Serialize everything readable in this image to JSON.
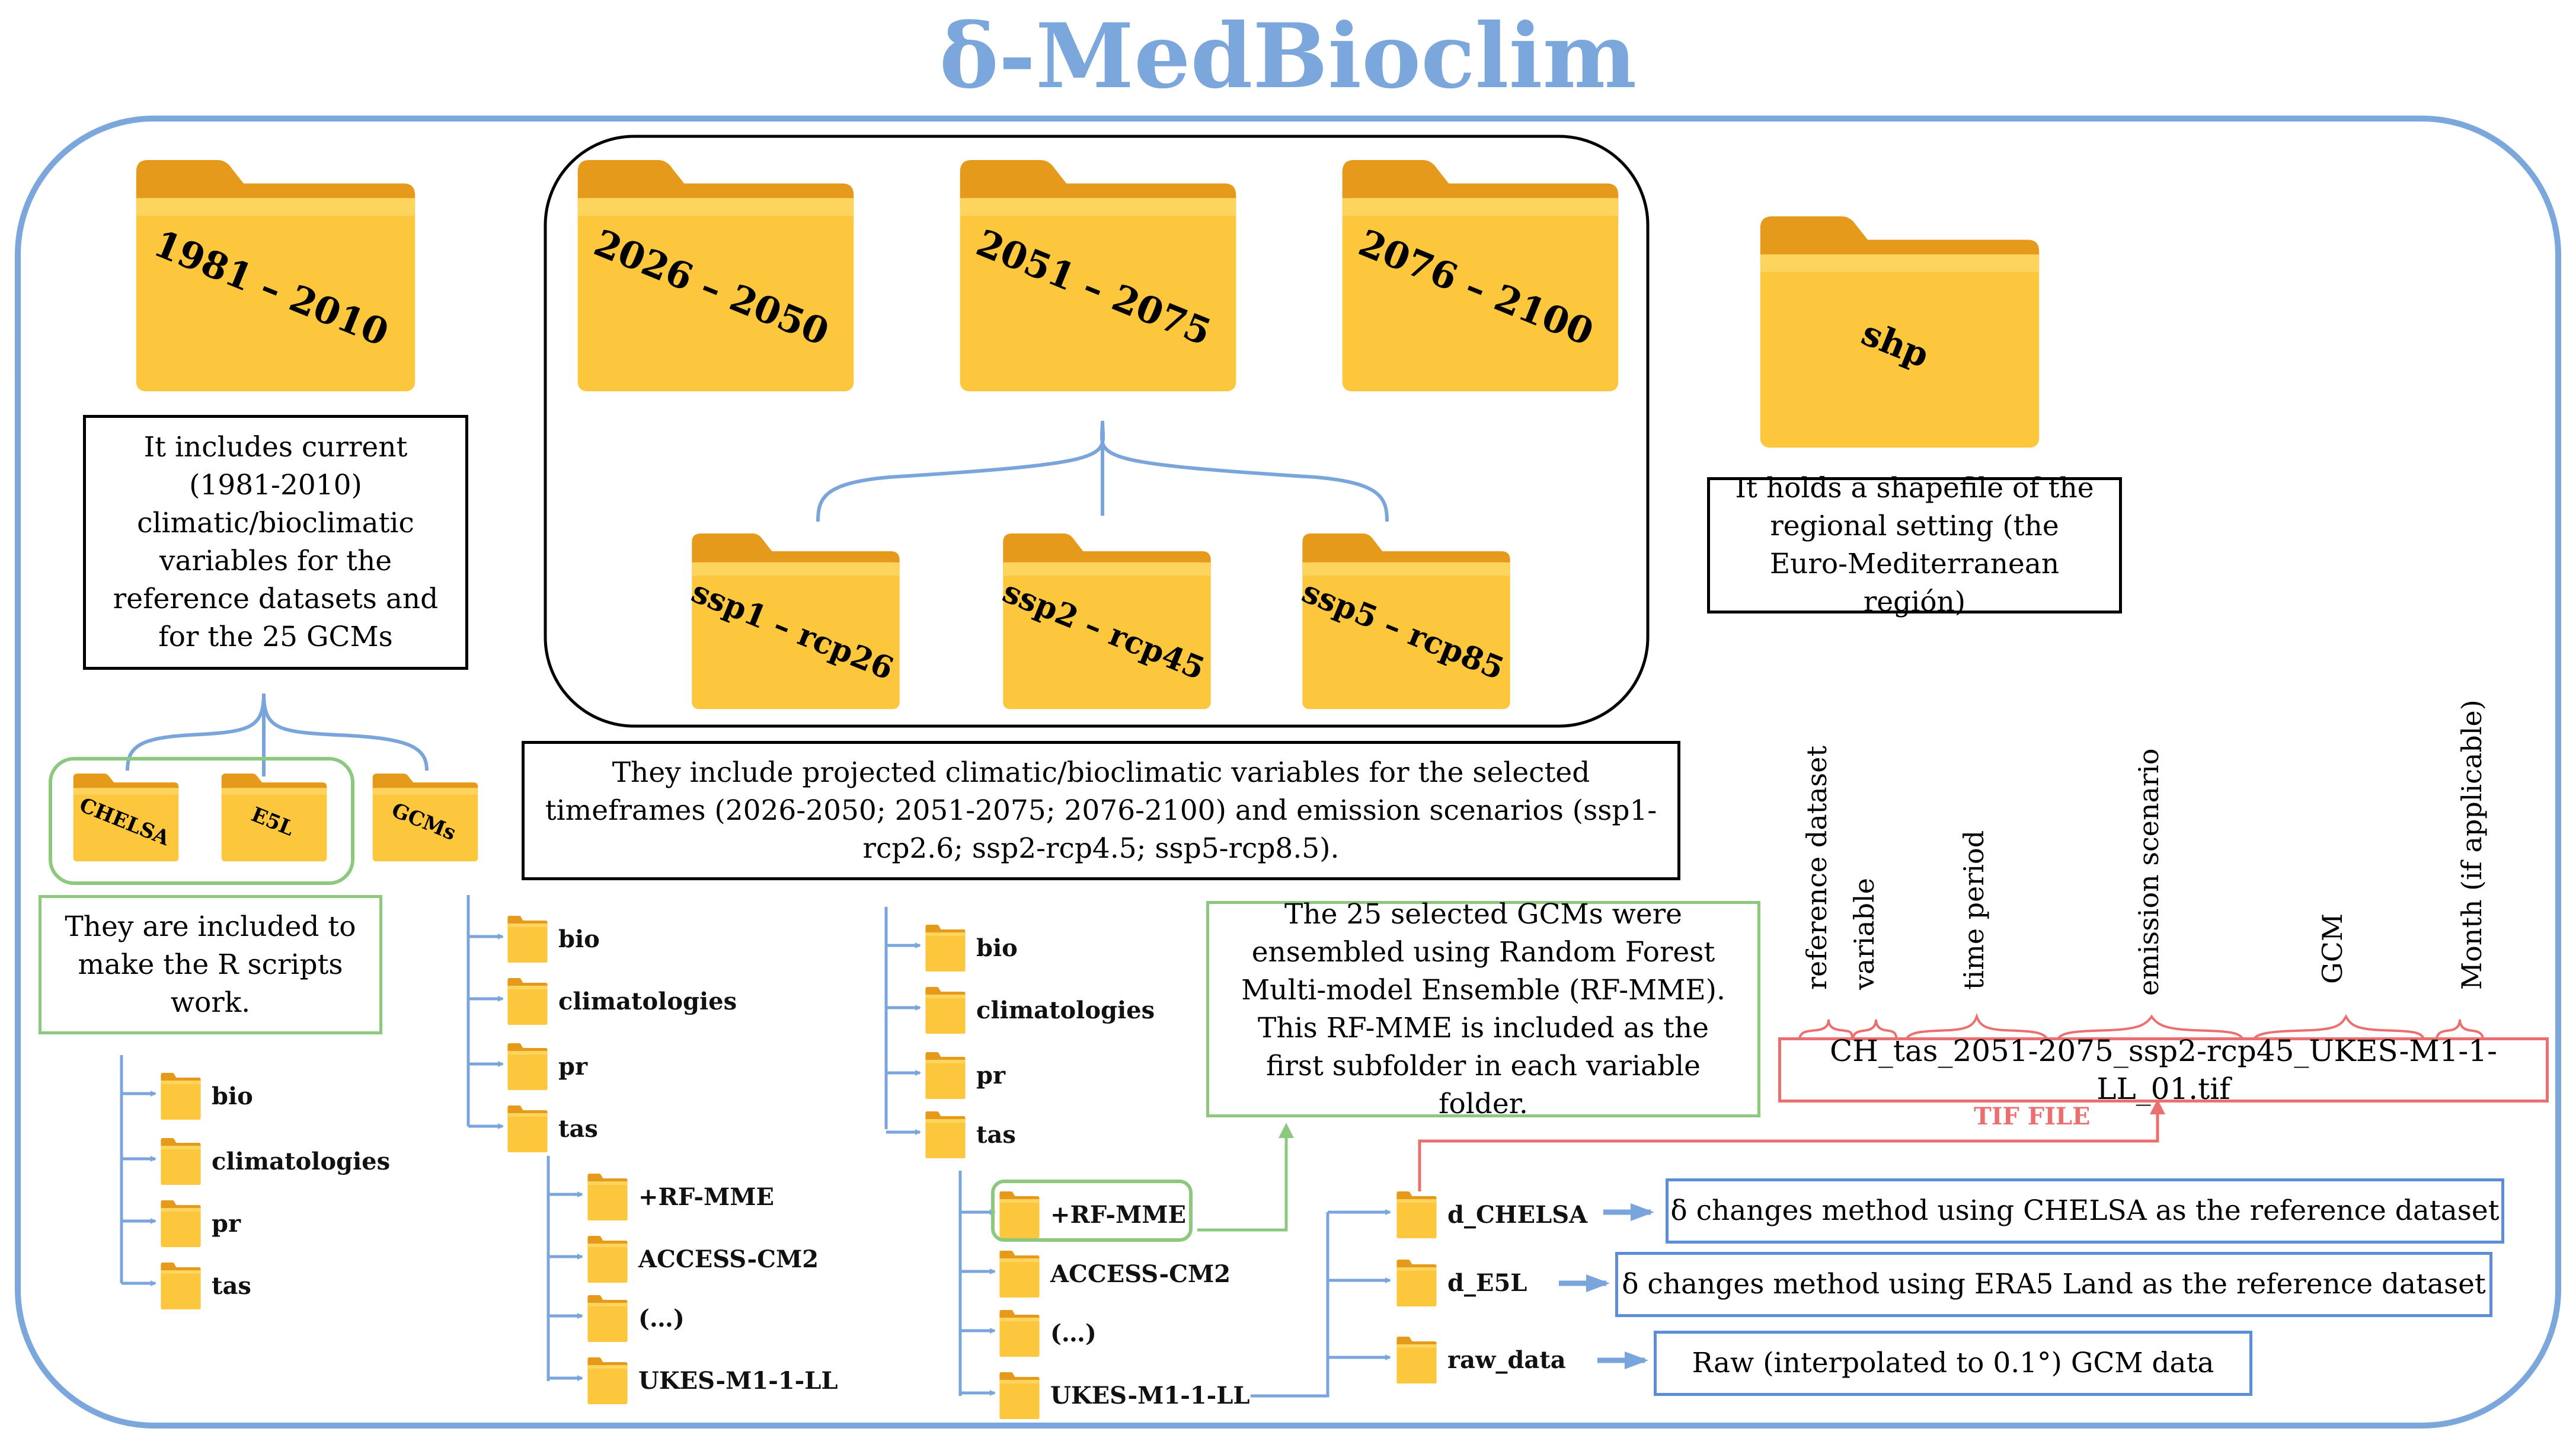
{
  "title": "δ-MedBioclim",
  "folders": {
    "reference": "1981 – 2010",
    "f1": "2026 – 2050",
    "f2": "2051 – 2075",
    "f3": "2076 – 2100",
    "shp": "shp",
    "ssp1": "ssp1 – rcp26",
    "ssp2": "ssp2 – rcp45",
    "ssp5": "ssp5 – rcp85",
    "chelsa": "CHELSA",
    "e5l": "E5L",
    "gcms": "GCMs"
  },
  "notes": {
    "current": "It includes current (1981-2010) climatic/bioclimatic variables for the reference datasets and for the 25 GCMs",
    "shp": "It holds a shapefile of the regional setting (the Euro-Mediterranean región)",
    "projected": "They include projected climatic/bioclimatic variables for the selected timeframes (2026-2050; 2051-2075; 2076-2100) and emission scenarios (ssp1-rcp2.6; ssp2-rcp4.5; ssp5-rcp8.5).",
    "rscripts": "They are included to make the R scripts work.",
    "ensemble": "The 25 selected GCMs were ensembled using Random Forest Multi-model Ensemble (RF-MME). This RF-MME is included as the first subfolder in each variable folder."
  },
  "trees": {
    "left_vars": [
      "bio",
      "climatologies",
      "pr",
      "tas"
    ],
    "mid_vars": [
      "bio",
      "climatologies",
      "pr",
      "tas"
    ],
    "mid_gcms": [
      "+RF-MME",
      "ACCESS-CM2",
      "(…)",
      "UKES-M1-1-LL"
    ],
    "right_vars": [
      "bio",
      "climatologies",
      "pr",
      "tas"
    ],
    "right_gcms": [
      "+RF-MME",
      "ACCESS-CM2",
      "(…)",
      "UKES-M1-1-LL"
    ],
    "methods": [
      "d_CHELSA",
      "d_E5L",
      "raw_data"
    ]
  },
  "methods_desc": {
    "d_chelsa": "δ changes method using CHELSA as the reference dataset",
    "d_e5l": "δ changes method using ERA5 Land as the reference dataset",
    "raw": "Raw (interpolated to 0.1°) GCM data"
  },
  "tif": {
    "filename": "CH_tas_2051-2075_ssp2-rcp45_UKES-M1-1-LL_01.tif",
    "label": "TIF FILE",
    "parts": [
      "reference dataset",
      "variable",
      "time period",
      "emission scenario",
      "GCM",
      "Month (if applicable)"
    ]
  },
  "colors": {
    "title": "#7ba7dc",
    "frame": "#7ba7dc",
    "folder_tab": "#e59a1b",
    "folder_body": "#fcc63d",
    "green_box": "#8cc97e",
    "blue_box": "#5b8ed6",
    "red_box": "#ec6f6f"
  }
}
